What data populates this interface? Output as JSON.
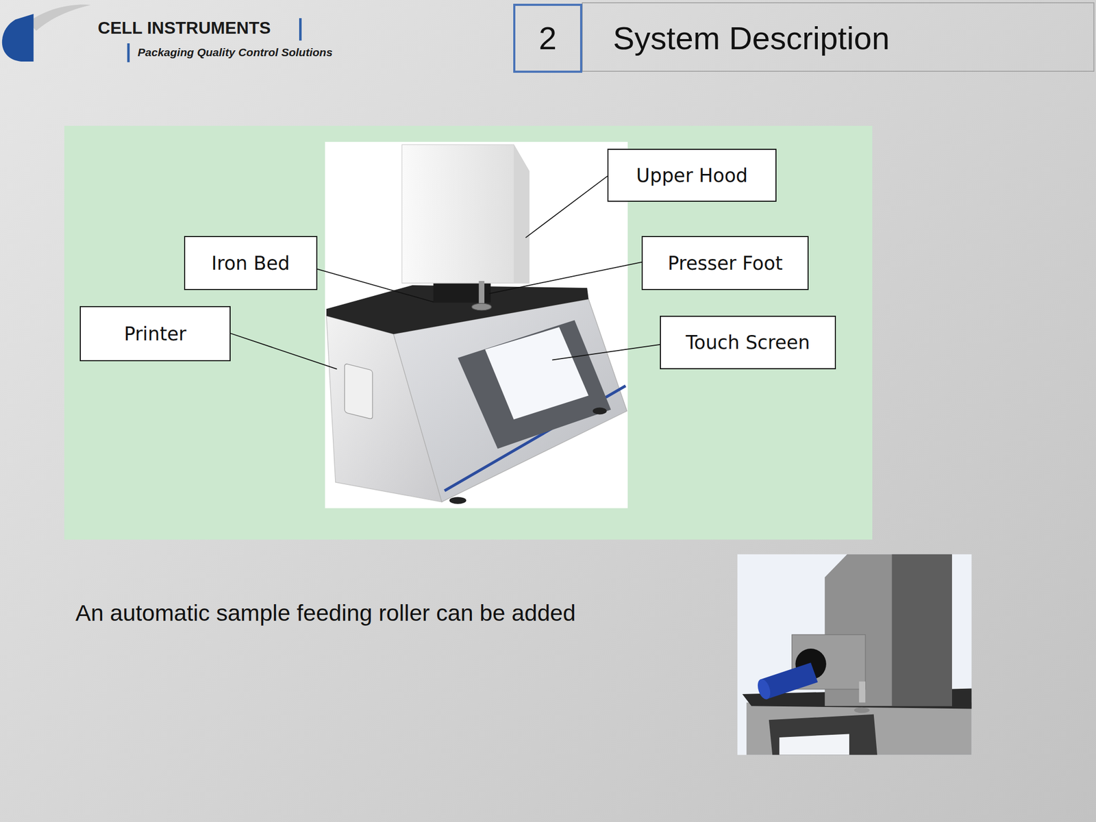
{
  "diagram": {
    "title": "System Description",
    "nodes": [
      {
        "text": [
          "2"
        ]
      },
      {
        "text": [
          "Upper Hood"
        ]
      },
      {
        "text": [
          "Iron Bed"
        ]
      },
      {
        "text": [
          "Presser Foot"
        ]
      },
      {
        "text": [
          "Printer"
        ]
      },
      {
        "text": [
          "Touch Screen"
        ]
      }
    ],
    "labels": [
      "CELL INSTRUMENTS",
      "Packaging Quality Control Solutions",
      "An automatic sample feeding roller can be added"
    ]
  }
}
